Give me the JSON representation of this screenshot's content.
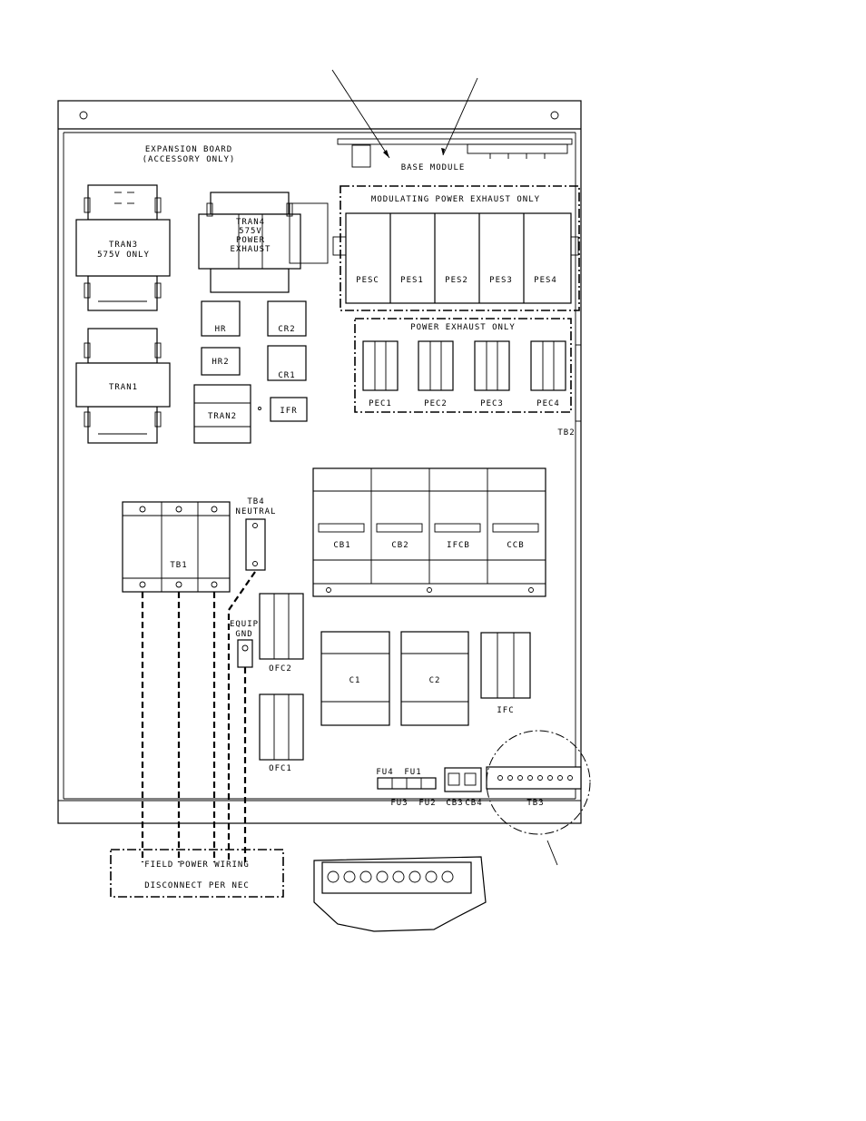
{
  "labels": {
    "expansion_board_1": "EXPANSION BOARD",
    "expansion_board_2": "(ACCESSORY ONLY)",
    "base_module": "BASE MODULE",
    "modulating_power_exhaust": "MODULATING POWER EXHAUST ONLY",
    "power_exhaust_only": "POWER EXHAUST ONLY",
    "tran3_1": "TRAN3",
    "tran3_2": "575V ONLY",
    "tran4_1": "TRAN4",
    "tran4_2": "575V",
    "tran4_3": "POWER",
    "tran4_4": "EXHAUST",
    "tran1": "TRAN1",
    "tran2": "TRAN2",
    "hr": "HR",
    "cr2": "CR2",
    "hr2": "HR2",
    "cr1": "CR1",
    "ifr": "IFR",
    "pes": [
      "PESC",
      "PES1",
      "PES2",
      "PES3",
      "PES4"
    ],
    "pec": [
      "PEC1",
      "PEC2",
      "PEC3",
      "PEC4"
    ],
    "tb2": "TB2",
    "breakers": [
      "CB1",
      "CB2",
      "IFCB",
      "CCB"
    ],
    "tb4_1": "TB4",
    "tb4_2": "NEUTRAL",
    "tb1": "TB1",
    "equip_gnd_1": "EQUIP",
    "equip_gnd_2": "GND",
    "ofc2": "OFC2",
    "ofc1": "OFC1",
    "c1": "C1",
    "c2": "C2",
    "ifc": "IFC",
    "fu4": "FU4",
    "fu1": "FU1",
    "fu3": "FU3",
    "fu2": "FU2",
    "cb3": "CB3",
    "cb4": "CB4",
    "tb3": "TB3",
    "field_power_wiring": "FIELD POWER WIRING",
    "disconnect_per_nec": "DISCONNECT PER NEC"
  }
}
